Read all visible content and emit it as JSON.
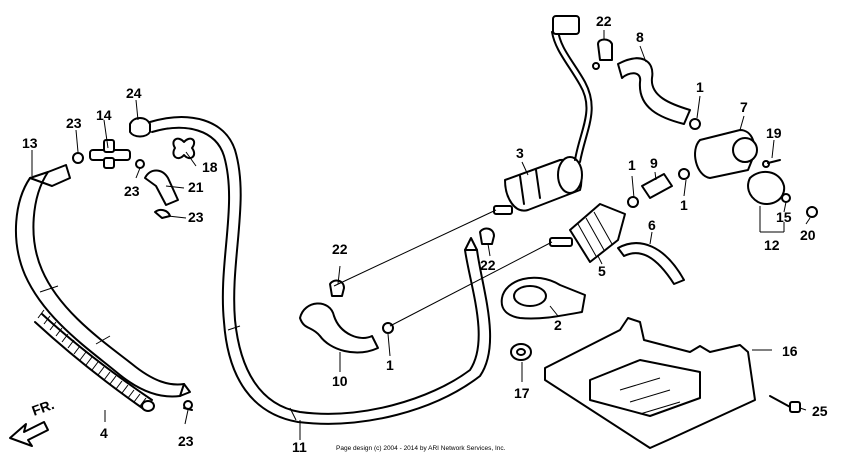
{
  "callouts": [
    {
      "id": "c1a",
      "label": "1"
    },
    {
      "id": "c1b",
      "label": "1"
    },
    {
      "id": "c1c",
      "label": "1"
    },
    {
      "id": "c1d",
      "label": "1"
    },
    {
      "id": "c2",
      "label": "2"
    },
    {
      "id": "c3",
      "label": "3"
    },
    {
      "id": "c4",
      "label": "4"
    },
    {
      "id": "c5",
      "label": "5"
    },
    {
      "id": "c6",
      "label": "6"
    },
    {
      "id": "c7",
      "label": "7"
    },
    {
      "id": "c8",
      "label": "8"
    },
    {
      "id": "c9",
      "label": "9"
    },
    {
      "id": "c10",
      "label": "10"
    },
    {
      "id": "c11",
      "label": "11"
    },
    {
      "id": "c12",
      "label": "12"
    },
    {
      "id": "c13",
      "label": "13"
    },
    {
      "id": "c14",
      "label": "14"
    },
    {
      "id": "c15",
      "label": "15"
    },
    {
      "id": "c16",
      "label": "16"
    },
    {
      "id": "c17",
      "label": "17"
    },
    {
      "id": "c18",
      "label": "18"
    },
    {
      "id": "c19",
      "label": "19"
    },
    {
      "id": "c20",
      "label": "20"
    },
    {
      "id": "c21",
      "label": "21"
    },
    {
      "id": "c22a",
      "label": "22"
    },
    {
      "id": "c22b",
      "label": "22"
    },
    {
      "id": "c22c",
      "label": "22"
    },
    {
      "id": "c23a",
      "label": "23"
    },
    {
      "id": "c23b",
      "label": "23"
    },
    {
      "id": "c23c",
      "label": "23"
    },
    {
      "id": "c23d",
      "label": "23"
    },
    {
      "id": "c24",
      "label": "24"
    },
    {
      "id": "c25",
      "label": "25"
    }
  ],
  "front_label": "FR.",
  "copyright": "Page design (c) 2004 - 2014 by ARI Network Services, Inc."
}
